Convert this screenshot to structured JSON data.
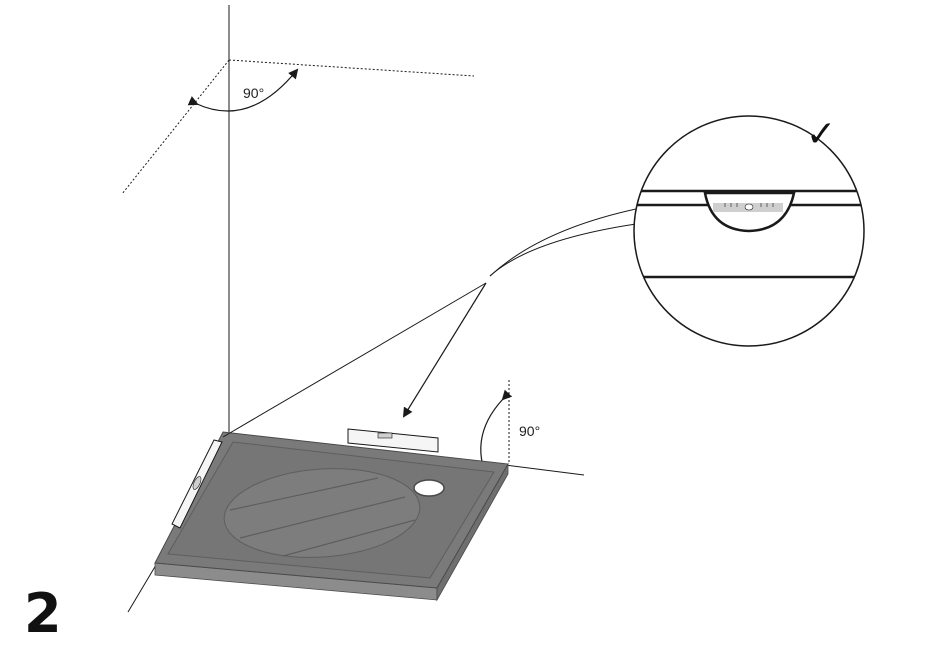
{
  "step": {
    "number": "2"
  },
  "annotations": {
    "wall_angle": "90°",
    "floor_angle": "90°"
  },
  "detail": {
    "check_mark": "✓"
  },
  "colors": {
    "tray_top": "#7a7a7a",
    "tray_edge": "#5e5e5e",
    "tray_side": "#8c8c8c",
    "line": "#1a1a1a",
    "level_fill": "#f5f5f5",
    "bubble": "#cfcfcf"
  }
}
